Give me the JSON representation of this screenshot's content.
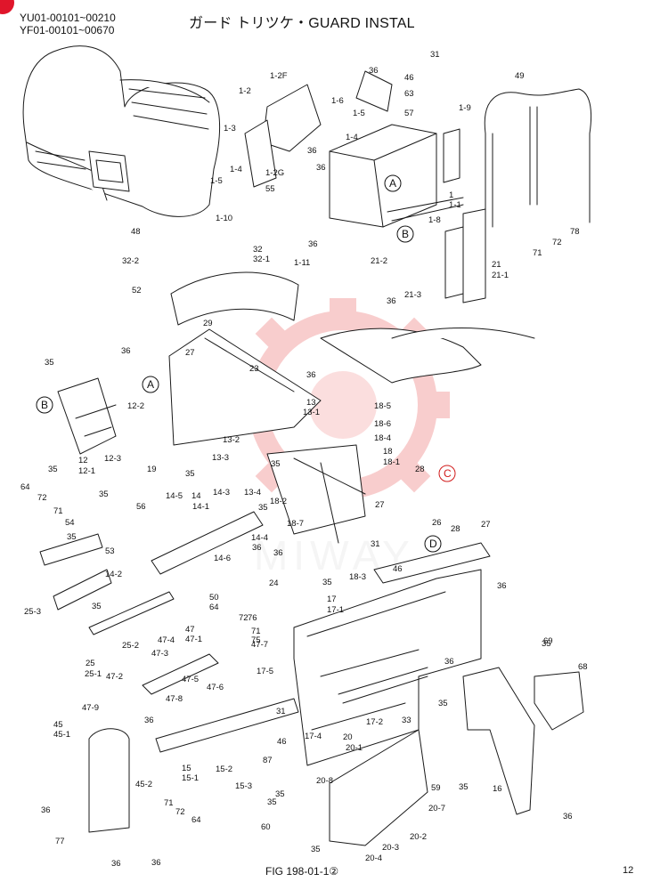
{
  "header": {
    "serial_range_1": "YU01-00101~00210",
    "serial_range_2": "YF01-00101~00670",
    "title": "ガード トリツケ・GUARD INSTAL"
  },
  "footer": {
    "figure_ref": "FIG 198-01-1②",
    "page_number": "12"
  },
  "watermark": {
    "text": "MIWAY",
    "color": "#f2a0a0"
  },
  "callouts": [
    {
      "id": "A",
      "label": "A"
    },
    {
      "id": "B",
      "label": "B"
    },
    {
      "id": "A2",
      "label": "A"
    },
    {
      "id": "B2",
      "label": "B"
    },
    {
      "id": "C",
      "label": "C",
      "color": "#d11a1a"
    },
    {
      "id": "D",
      "label": "D"
    }
  ],
  "part_labels": [
    "31",
    "36",
    "46",
    "63",
    "57",
    "1-9",
    "49",
    "1-2F",
    "1-2",
    "1-6",
    "1-5",
    "1-3",
    "1-4",
    "1-2G",
    "36",
    "36",
    "1-4",
    "1-5",
    "55",
    "1",
    "1-1",
    "1-10",
    "1-8",
    "36",
    "1-11",
    "78",
    "72",
    "71",
    "48",
    "32",
    "32-1",
    "32-2",
    "21-2",
    "21",
    "21-1",
    "21-3",
    "36",
    "52",
    "29",
    "36",
    "27",
    "23",
    "35",
    "36",
    "12-2",
    "13",
    "13-1",
    "18-5",
    "12",
    "12-1",
    "12-3",
    "18-6",
    "35",
    "19",
    "13-2",
    "18-4",
    "35",
    "13-3",
    "18",
    "18-1",
    "28",
    "35",
    "13-4",
    "35",
    "18-2",
    "27",
    "26",
    "28",
    "27",
    "18-7",
    "64",
    "72",
    "71",
    "35",
    "14-5",
    "14",
    "56",
    "14-1",
    "14-3",
    "54",
    "35",
    "14-4",
    "31",
    "14-6",
    "53",
    "36",
    "36",
    "46",
    "14-2",
    "24",
    "35",
    "18-3",
    "35",
    "25-3",
    "50",
    "64",
    "17",
    "17-1",
    "36",
    "72",
    "76",
    "47",
    "47-1",
    "71",
    "75",
    "25",
    "25-2",
    "47-4",
    "47-3",
    "47-7",
    "25-1",
    "47-2",
    "47-5",
    "47-6",
    "17-5",
    "36",
    "35",
    "69",
    "68",
    "47-8",
    "47-9",
    "31",
    "36",
    "46",
    "33",
    "35",
    "45",
    "45-1",
    "17-4",
    "17-2",
    "20",
    "20-1",
    "87",
    "15",
    "15-1",
    "15-2",
    "35",
    "15-3",
    "59",
    "35",
    "16",
    "20-8",
    "45-2",
    "36",
    "35",
    "71",
    "72",
    "64",
    "20-7",
    "36",
    "77",
    "60",
    "20-2",
    "35",
    "20-4",
    "20-3",
    "36",
    "36"
  ]
}
